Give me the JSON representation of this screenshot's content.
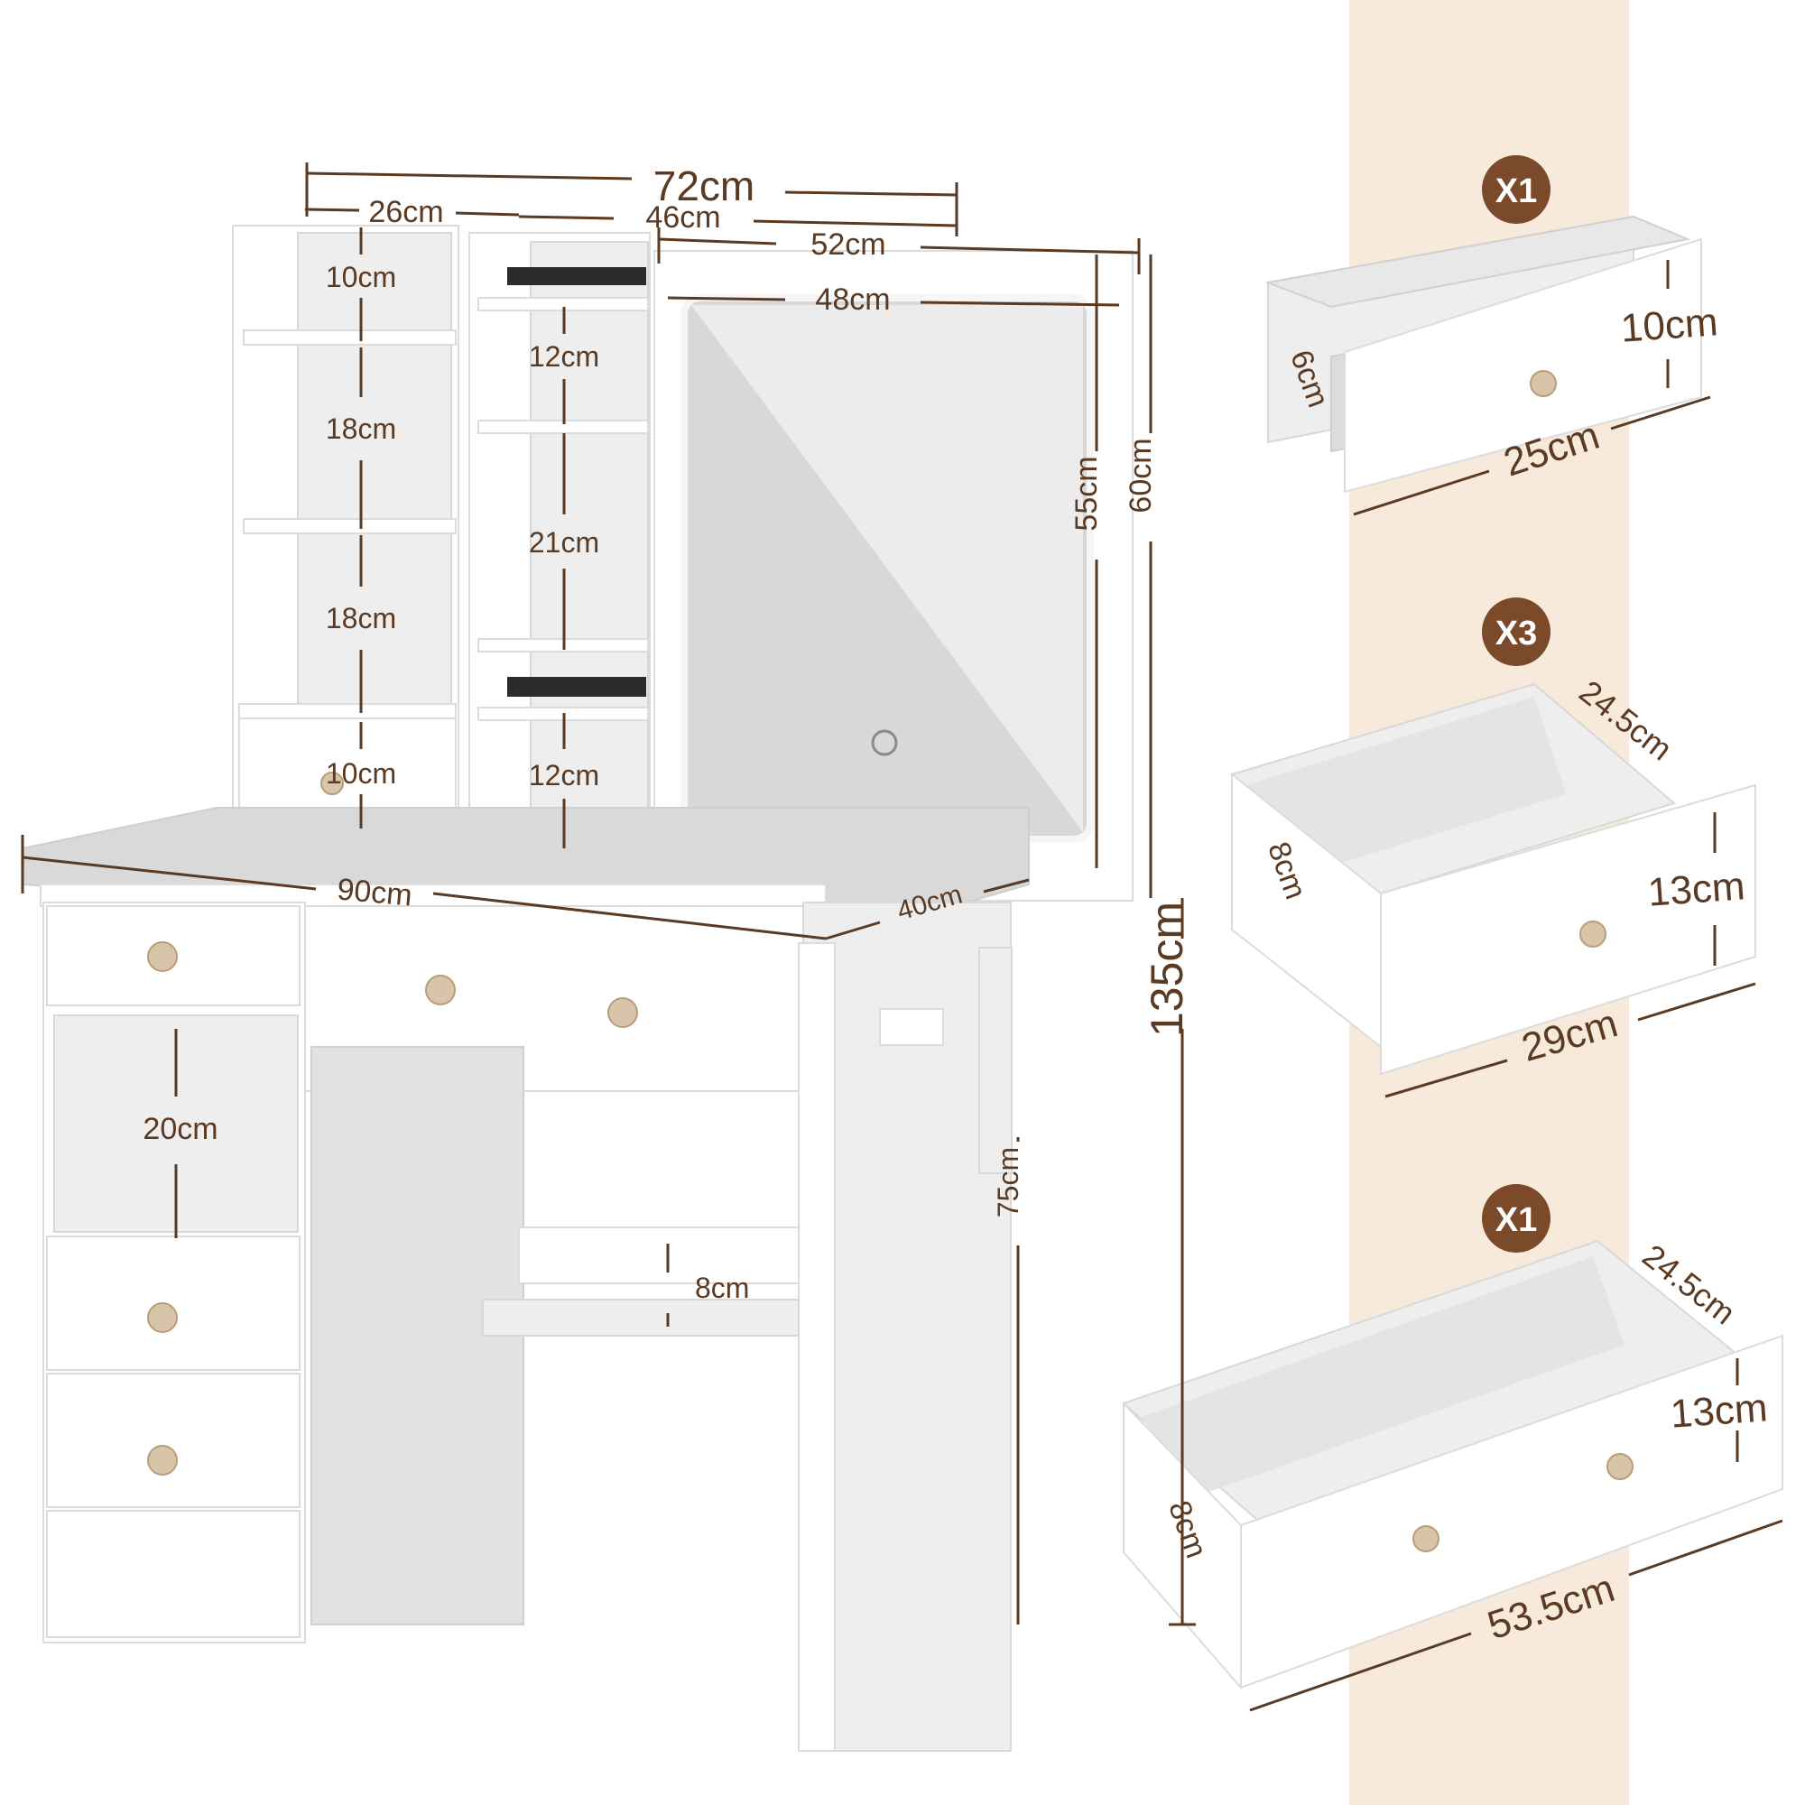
{
  "colors": {
    "dimension": "#5a3a22",
    "badge": "#7a4a2a",
    "band": "#f7eadb",
    "board": "#ffffff"
  },
  "dims": {
    "total_width": "72cm",
    "left_shelf_width": "26cm",
    "right_shelf_width": "46cm",
    "mirror_frame_width": "52cm",
    "mirror_width": "48cm",
    "mirror_height": "55cm",
    "mirror_frame_height": "60cm",
    "left_shelf_1": "10cm",
    "left_shelf_2": "18cm",
    "left_shelf_3": "18cm",
    "left_shelf_4": "10cm",
    "right_shelf_1": "12cm",
    "right_shelf_2": "21cm",
    "right_shelf_3": "12cm",
    "desk_width": "90cm",
    "desk_depth": "40cm",
    "open_cubby": "20cm",
    "footrest": "8cm",
    "desk_height": "75cm",
    "total_height": "135cm"
  },
  "drawers": [
    {
      "badge": "X1",
      "height": "10cm",
      "inner_height": "6cm",
      "width": "25cm"
    },
    {
      "badge": "X3",
      "depth": "24.5cm",
      "height": "13cm",
      "inner_height": "8cm",
      "width": "29cm"
    },
    {
      "badge": "X1",
      "depth": "24.5cm",
      "height": "13cm",
      "inner_height": "8cm",
      "width": "53.5cm"
    }
  ]
}
